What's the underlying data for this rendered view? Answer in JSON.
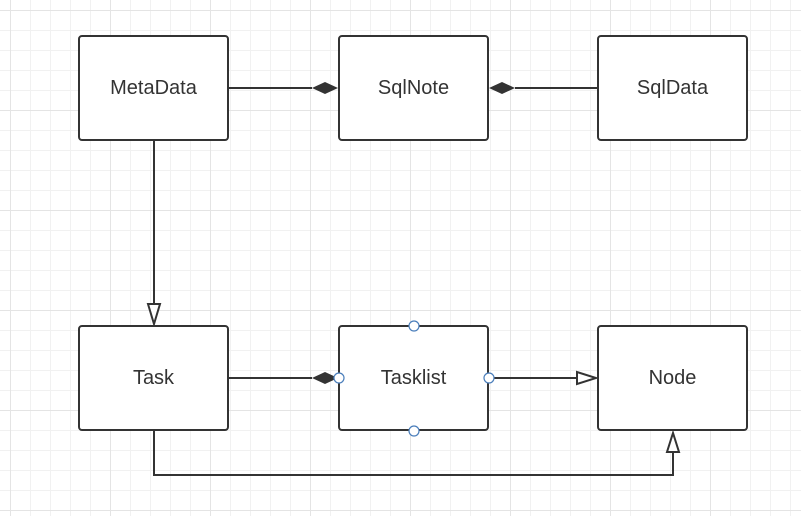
{
  "diagram": {
    "nodes": {
      "metadata": "MetaData",
      "sqlnote": "SqlNote",
      "sqldata": "SqlData",
      "task": "Task",
      "tasklist": "Tasklist",
      "node": "Node"
    },
    "edges": [
      {
        "from": "MetaData",
        "to": "SqlNote",
        "type": "composition"
      },
      {
        "from": "SqlData",
        "to": "SqlNote",
        "type": "composition"
      },
      {
        "from": "MetaData",
        "to": "Task",
        "type": "inheritance"
      },
      {
        "from": "Task",
        "to": "Tasklist",
        "type": "composition"
      },
      {
        "from": "Tasklist",
        "to": "Node",
        "type": "inheritance"
      },
      {
        "from": "Task",
        "to": "Node",
        "type": "inheritance"
      }
    ],
    "selected": "Tasklist",
    "colors": {
      "stroke": "#333333",
      "grid": "#e4e4e4",
      "handle": "#4a7ebb"
    }
  }
}
